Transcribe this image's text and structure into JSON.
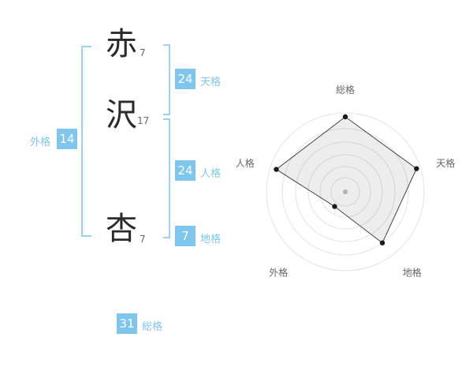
{
  "name": {
    "chars": [
      {
        "char": "赤",
        "strokes": "7"
      },
      {
        "char": "沢",
        "strokes": "17"
      },
      {
        "char": "杏",
        "strokes": "7"
      }
    ]
  },
  "kaku": {
    "gaikaku": {
      "label": "外格",
      "value": "14"
    },
    "tenkaku": {
      "label": "天格",
      "value": "24"
    },
    "jinkaku": {
      "label": "人格",
      "value": "24"
    },
    "chikaku": {
      "label": "地格",
      "value": "7"
    },
    "soukaku": {
      "label": "総格",
      "value": "31"
    }
  },
  "colors": {
    "accent": "#7ec6ee",
    "bracket": "#9bd2f2",
    "char_text": "#2b2b2b",
    "strokes_text": "#666666"
  },
  "chart_data": {
    "type": "radar",
    "categories": [
      "総格",
      "天格",
      "地格",
      "外格",
      "人格"
    ],
    "values": [
      0.95,
      0.95,
      0.8,
      0.23,
      0.92
    ],
    "max": 1,
    "rings": [
      1,
      0.8,
      0.63,
      0.47,
      0.32,
      0.18
    ],
    "start_angle_deg": -90,
    "clockwise": true,
    "fill": "rgba(0,0,0,0.07)",
    "stroke": "#444444",
    "vertex_color": "#1a1a1a",
    "ring_color": "#e3e3e3",
    "center_dot_color": "#c0c0c0",
    "label_color": "#666666",
    "legend": "none",
    "grid": "circular"
  }
}
